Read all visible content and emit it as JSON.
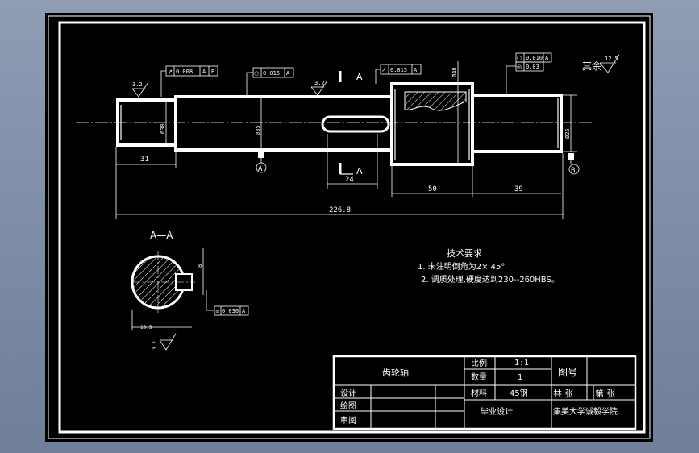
{
  "drawing": {
    "roughness": {
      "general_value": "12.5",
      "general_label": "其余"
    },
    "roughness_marks": [
      "3.2",
      "3.2",
      "3.2"
    ],
    "section_labels": {
      "cut_letter_top": "A",
      "cut_letter_bottom": "A",
      "section_title": "A—A"
    },
    "datums": [
      "A",
      "B"
    ],
    "tolerances": {
      "left_runout": {
        "symbol": "↗",
        "value": "0.008",
        "ref1": "A",
        "ref2": "B"
      },
      "main_cyl": {
        "symbol": "○",
        "value": "0.015",
        "ref": "A"
      },
      "gear_runout": {
        "symbol": "↗",
        "value": "0.015",
        "ref": "A"
      },
      "right_cyl1": {
        "symbol": "○",
        "value": "0.010",
        "ref": "A"
      },
      "right_cyl2": {
        "symbol": "◎",
        "value": "0.03"
      },
      "keyway_sym": {
        "symbol": "≡",
        "value": "0.030",
        "ref": "A"
      }
    },
    "dimensions": {
      "left_len": "31",
      "key_len": "24",
      "gear_len": "50",
      "right_len": "39",
      "total_len": "226.8",
      "left_dia": "Ø30",
      "main_dia": "Ø35",
      "gear_dia": "Ø48",
      "right_dia": "Ø25",
      "section_width": "10.5",
      "section_key": "8"
    },
    "tech_requirements": {
      "title": "技术要求",
      "item1": "1. 未注明倒角为2× 45°",
      "item2": "2. 调质处理,硬度达到230--260HBS。"
    }
  },
  "title_block": {
    "part_name": "齿轮轴",
    "scale_label": "比例",
    "scale_value": "1:1",
    "qty_label": "数量",
    "qty_value": "1",
    "drawing_no_label": "图号",
    "material_label": "材料",
    "material_value": "45钢",
    "total_sheets": "共   张",
    "sheet_no": "第   张",
    "design_label": "设计",
    "draw_label": "绘图",
    "review_label": "审阅",
    "project": "毕业设计",
    "institution": "集美大学诚毅学院"
  }
}
